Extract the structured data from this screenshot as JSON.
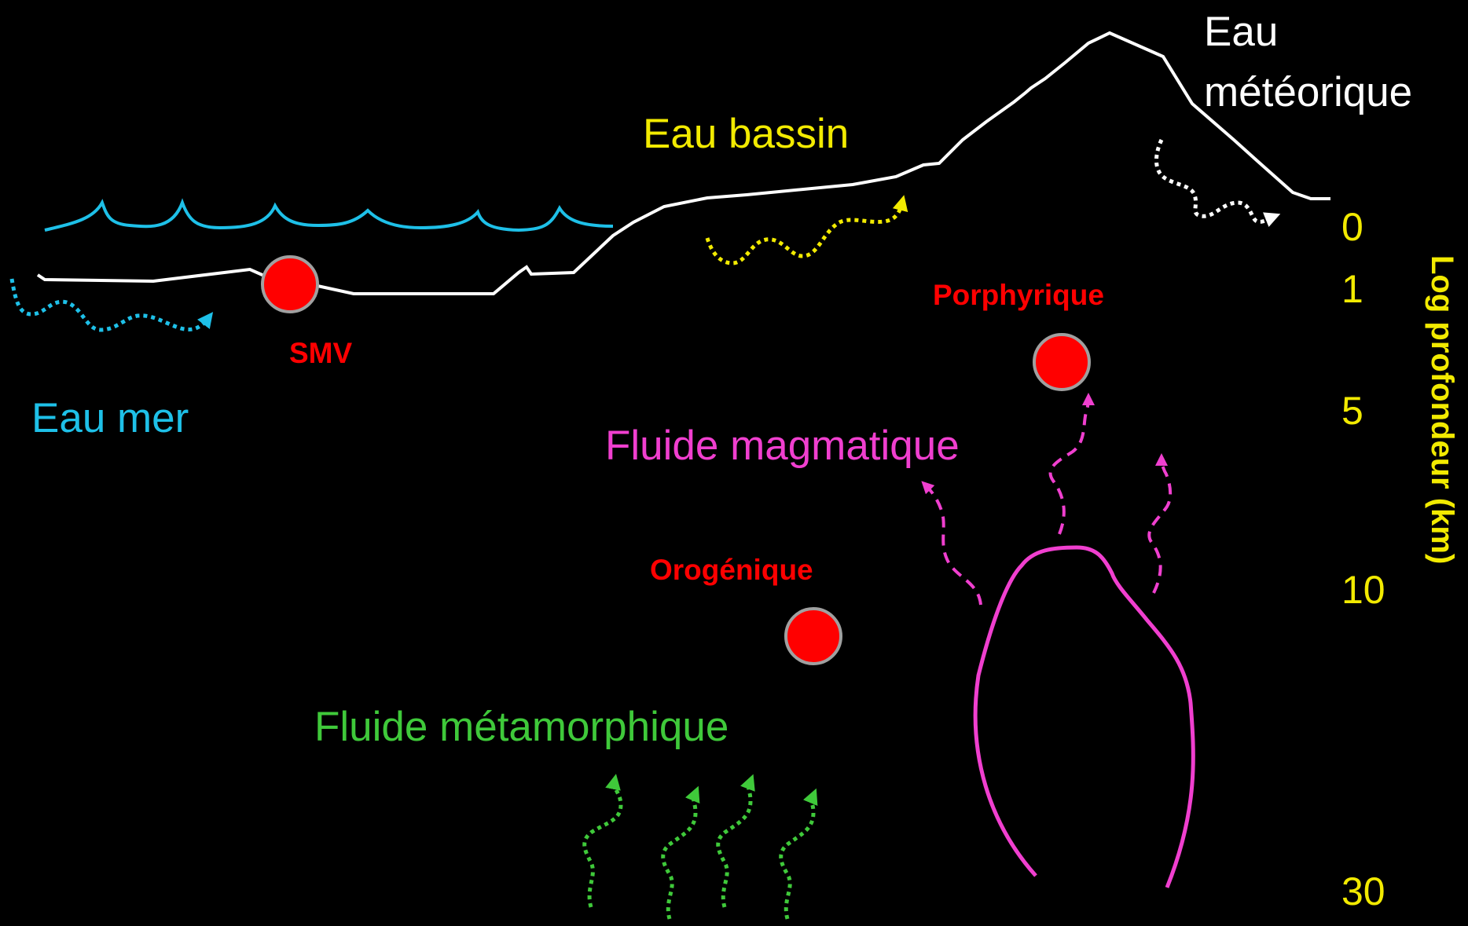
{
  "labels": {
    "eau_meteorique_line1": "Eau",
    "eau_meteorique_line2": "météorique",
    "eau_bassin": "Eau bassin",
    "eau_mer": "Eau mer",
    "fluide_magmatique": "Fluide magmatique",
    "fluide_metamorphique": "Fluide métamorphique",
    "smv": "SMV",
    "porphyrique": "Porphyrique",
    "orogenique": "Orogénique"
  },
  "depth_axis": {
    "title": "Log profondeur (km)",
    "ticks": [
      "0",
      "1",
      "5",
      "10",
      "30"
    ]
  },
  "colors": {
    "background": "#000000",
    "surface": "#ffffff",
    "sea": "#1ec0e8",
    "basin": "#f2ea00",
    "magmatic": "#f03fcf",
    "metamorphic": "#3fc93a",
    "deposit": "#ff0000",
    "deposit_outline": "#a0a0a0"
  }
}
